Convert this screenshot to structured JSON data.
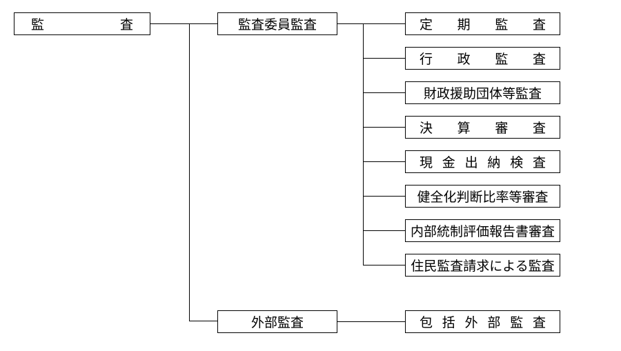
{
  "root": {
    "label_left": "監",
    "label_right": "査"
  },
  "committee": {
    "label": "監査委員監査"
  },
  "external": {
    "label": "外部監査"
  },
  "committee_items": [
    {
      "chars": [
        "定",
        "期",
        "監",
        "査"
      ]
    },
    {
      "chars": [
        "行",
        "政",
        "監",
        "査"
      ]
    },
    {
      "label": "財政援助団体等監査"
    },
    {
      "chars": [
        "決",
        "算",
        "審",
        "査"
      ]
    },
    {
      "chars": [
        "現",
        "金",
        "出",
        "納",
        "検",
        "査"
      ]
    },
    {
      "label": "健全化判断比率等審査"
    },
    {
      "label": "内部統制評価報告書審査"
    },
    {
      "label": "住民監査請求による監査"
    }
  ],
  "external_items": [
    {
      "chars": [
        "包",
        "括",
        "外",
        "部",
        "監",
        "査"
      ]
    }
  ]
}
